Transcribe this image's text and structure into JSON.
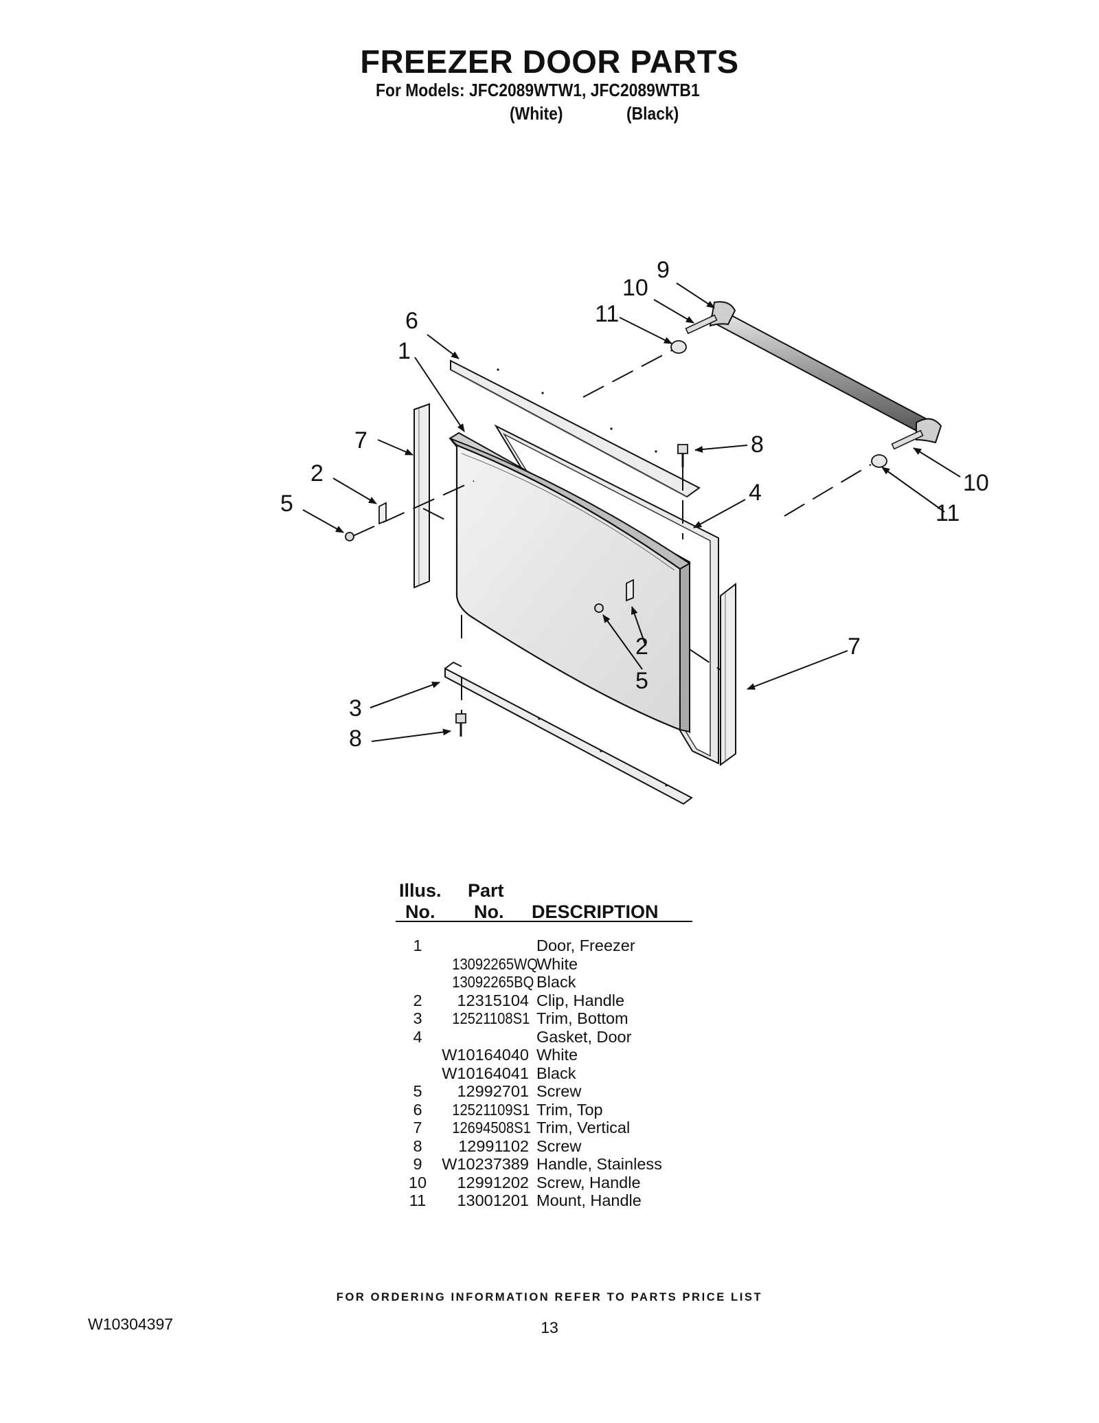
{
  "header": {
    "title": "FREEZER DOOR PARTS",
    "models_line": "For Models: JFC2089WTW1, JFC2089WTB1",
    "color_white": "(White)",
    "color_black": "(Black)"
  },
  "diagram": {
    "callouts": [
      "1",
      "2",
      "3",
      "4",
      "5",
      "6",
      "7",
      "8",
      "9",
      "10",
      "11"
    ]
  },
  "table": {
    "headers": {
      "illus_top": "Illus.",
      "illus_bottom": "No.",
      "part_top": "Part",
      "part_bottom": "No.",
      "description": "DESCRIPTION"
    },
    "rows": [
      {
        "illus": "1",
        "part": "",
        "desc": "Door, Freezer"
      },
      {
        "illus": "",
        "part": "13092265WQ",
        "desc": "White"
      },
      {
        "illus": "",
        "part": "13092265BQ",
        "desc": "Black"
      },
      {
        "illus": "2",
        "part": "12315104",
        "desc": "Clip, Handle"
      },
      {
        "illus": "3",
        "part": "12521108S1",
        "desc": "Trim, Bottom"
      },
      {
        "illus": "4",
        "part": "",
        "desc": "Gasket, Door"
      },
      {
        "illus": "",
        "part": "W10164040",
        "desc": "White"
      },
      {
        "illus": "",
        "part": "W10164041",
        "desc": "Black"
      },
      {
        "illus": "5",
        "part": "12992701",
        "desc": "Screw"
      },
      {
        "illus": "6",
        "part": "12521109S1",
        "desc": "Trim, Top"
      },
      {
        "illus": "7",
        "part": "12694508S1",
        "desc": "Trim, Vertical"
      },
      {
        "illus": "8",
        "part": "12991102",
        "desc": "Screw"
      },
      {
        "illus": "9",
        "part": "W10237389",
        "desc": "Handle, Stainless"
      },
      {
        "illus": "10",
        "part": "12991202",
        "desc": "Screw, Handle"
      },
      {
        "illus": "11",
        "part": "13001201",
        "desc": "Mount, Handle"
      }
    ]
  },
  "footer": {
    "ordering_note": "FOR ORDERING INFORMATION REFER TO PARTS PRICE LIST",
    "doc_number": "W10304397",
    "page_number": "13"
  }
}
